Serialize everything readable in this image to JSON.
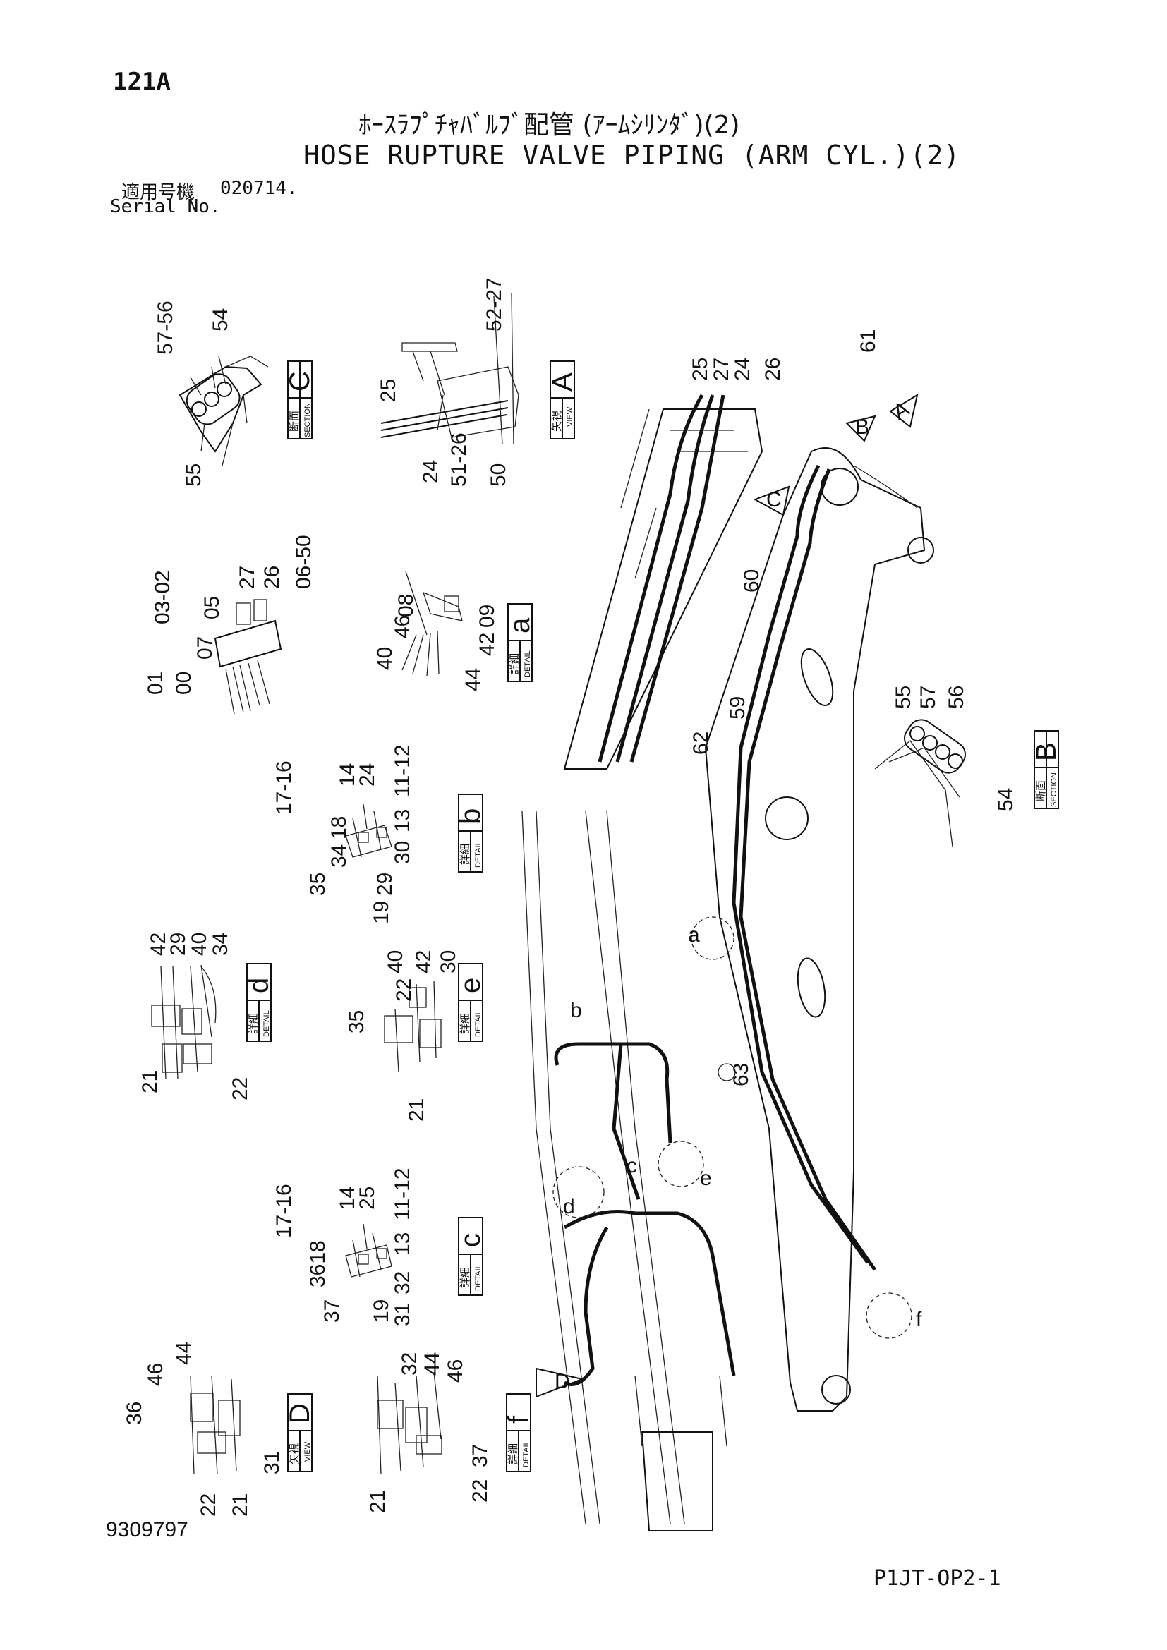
{
  "header": {
    "page_no": "121A",
    "title_jp": "ﾎｰｽﾗﾌﾟﾁｬﾊﾞﾙﾌﾞ配管 (ｱｰﾑｼﾘﾝﾀﾞ)(2)",
    "title_en": "HOSE RUPTURE VALVE PIPING (ARM CYL.)(2)",
    "serial_jp": "適用号機",
    "serial_value": "020714.",
    "serial_en": "Serial No."
  },
  "footer": {
    "doc_no": "9309797",
    "page_code": "P1JT-OP2-1"
  },
  "tags": {
    "section_c": {
      "jp": "断面",
      "en": "SECTION",
      "letter": "C"
    },
    "view_a": {
      "jp": "矢視",
      "en": "VIEW",
      "letter": "A"
    },
    "detail_a": {
      "jp": "詳細",
      "en": "DETAIL",
      "letter": "a"
    },
    "detail_b": {
      "jp": "詳細",
      "en": "DETAIL",
      "letter": "b"
    },
    "detail_d": {
      "jp": "詳細",
      "en": "DETAIL",
      "letter": "d"
    },
    "detail_e": {
      "jp": "詳細",
      "en": "DETAIL",
      "letter": "e"
    },
    "detail_c": {
      "jp": "詳細",
      "en": "DETAIL",
      "letter": "c"
    },
    "view_d": {
      "jp": "矢視",
      "en": "VIEW",
      "letter": "D"
    },
    "detail_f": {
      "jp": "詳細",
      "en": "DETAIL",
      "letter": "f"
    },
    "section_b": {
      "jp": "断面",
      "en": "SECTION",
      "letter": "B"
    }
  },
  "arrows": {
    "a": "A",
    "b": "B",
    "c": "C",
    "d": "D"
  },
  "circle_labels": {
    "a": "a",
    "b": "b",
    "c": "c",
    "d": "d",
    "e": "e",
    "f": "f"
  },
  "part_numbers": {
    "sc": [
      "57-56",
      "54",
      "55"
    ],
    "va": [
      "52-27",
      "25",
      "24",
      "51-26",
      "50"
    ],
    "main_top": [
      "25",
      "27",
      "24",
      "26",
      "61"
    ],
    "det0": [
      "01",
      "00",
      "07",
      "03-02",
      "05",
      "27",
      "26",
      "06-50"
    ],
    "deta": [
      "40",
      "46",
      "08",
      "44",
      "42",
      "09"
    ],
    "main_mid": [
      "60",
      "62",
      "59",
      "63"
    ],
    "sb": [
      "55",
      "57",
      "56",
      "54"
    ],
    "detb": [
      "17-16",
      "14",
      "24",
      "11-12",
      "35",
      "34",
      "18",
      "30",
      "13",
      "29",
      "19"
    ],
    "detd": [
      "42",
      "29",
      "40",
      "34",
      "21",
      "22"
    ],
    "dete": [
      "40",
      "42",
      "30",
      "22",
      "35",
      "21"
    ],
    "detc": [
      "17-16",
      "14",
      "25",
      "11-12",
      "3618",
      "13",
      "32",
      "31",
      "19",
      "37"
    ],
    "vd": [
      "44",
      "46",
      "36",
      "31",
      "22",
      "21"
    ],
    "detf": [
      "32",
      "44",
      "46",
      "37",
      "22",
      "21"
    ]
  }
}
